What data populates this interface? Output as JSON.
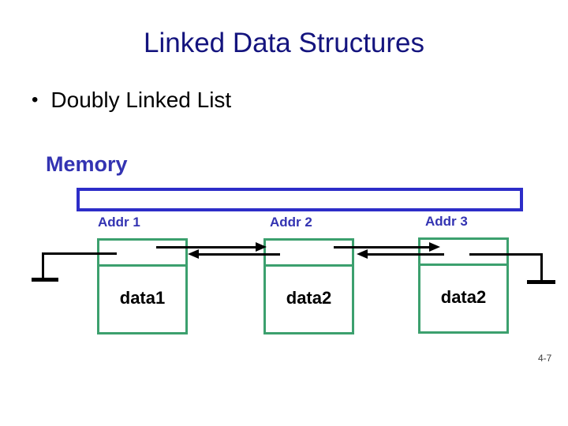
{
  "slide": {
    "title": "Linked Data Structures",
    "bullet": {
      "marker": "•",
      "text": "Doubly Linked List"
    },
    "memory": {
      "label": "Memory"
    },
    "page_number": "4-7"
  },
  "diagram": {
    "nodes": [
      {
        "addr": "Addr 1",
        "data": "data1"
      },
      {
        "addr": "Addr 2",
        "data": "data2"
      },
      {
        "addr": "Addr 3",
        "data": "data2"
      }
    ],
    "links": [
      "null <- prev(node1)",
      "next(node1) -> node2",
      "prev(node2) -> node1",
      "next(node2) -> node3",
      "prev(node3) -> node2",
      "next(node3) -> null"
    ]
  },
  "colors": {
    "title_blue": "#14147E",
    "label_blue": "#3333B2",
    "memory_box_blue": "#2D2DC8",
    "node_green": "#3CA06E",
    "line_black": "#000000",
    "page_num_gray": "#404040"
  }
}
